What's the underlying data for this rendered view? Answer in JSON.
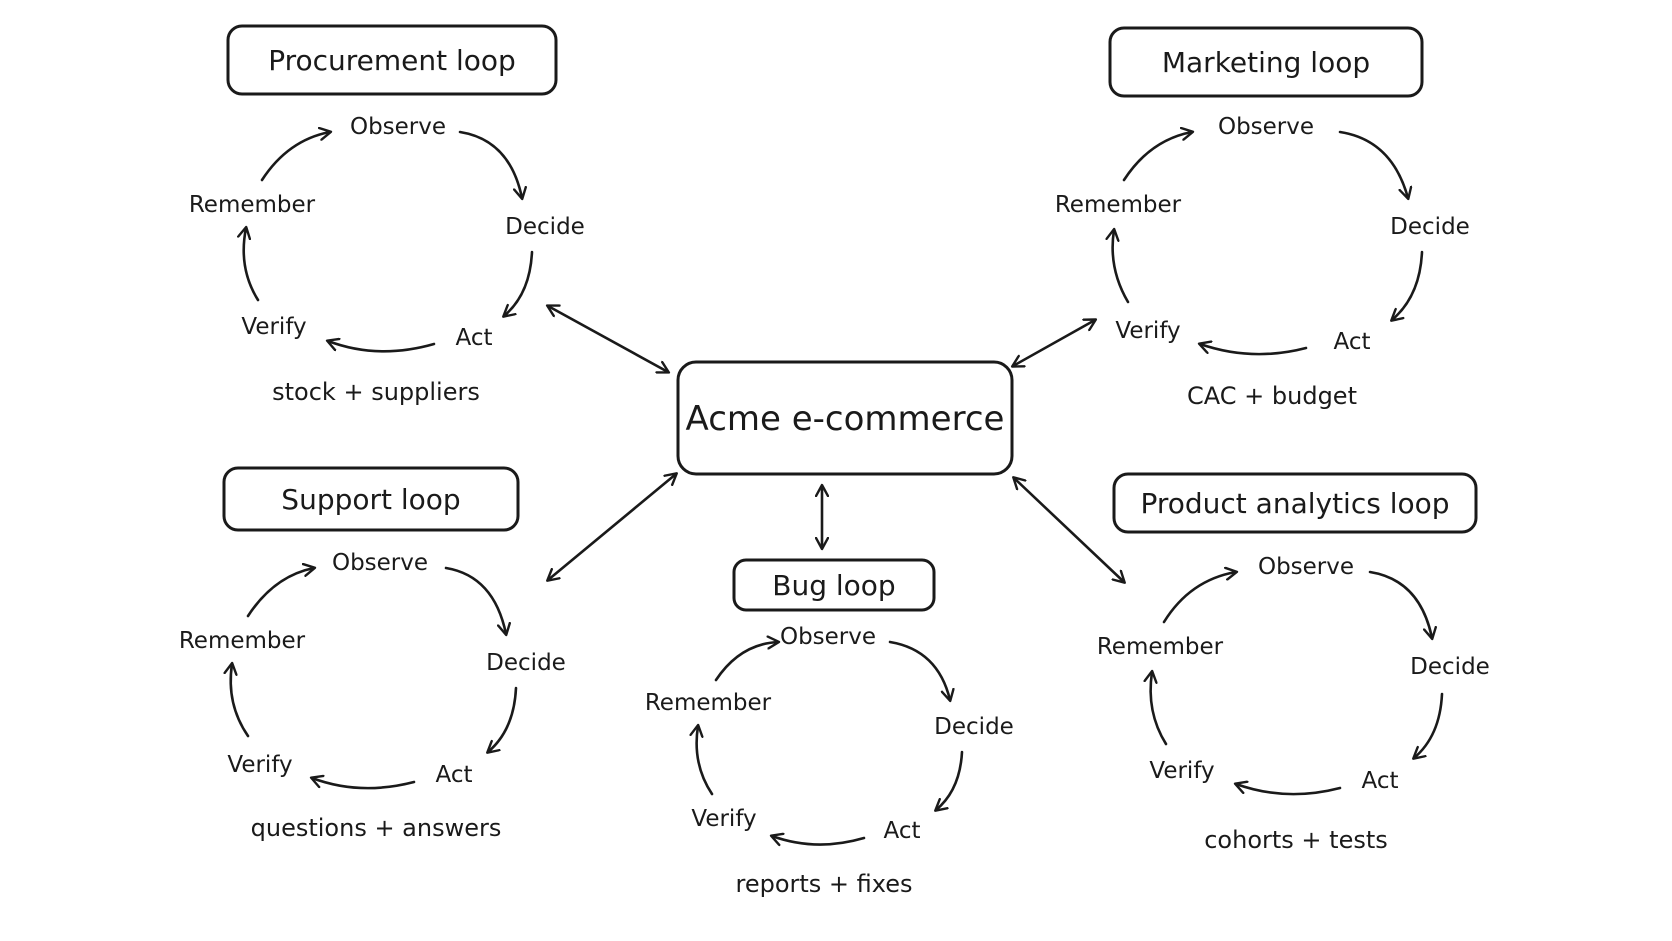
{
  "diagram": {
    "center": {
      "label": "Acme e-commerce"
    },
    "loops": [
      {
        "title": "Procurement loop",
        "steps": {
          "observe": "Observe",
          "decide": "Decide",
          "act": "Act",
          "verify": "Verify",
          "remember": "Remember"
        },
        "caption": "stock + suppliers"
      },
      {
        "title": "Marketing loop",
        "steps": {
          "observe": "Observe",
          "decide": "Decide",
          "act": "Act",
          "verify": "Verify",
          "remember": "Remember"
        },
        "caption": "CAC + budget"
      },
      {
        "title": "Support loop",
        "steps": {
          "observe": "Observe",
          "decide": "Decide",
          "act": "Act",
          "verify": "Verify",
          "remember": "Remember"
        },
        "caption": "questions + answers"
      },
      {
        "title": "Bug loop",
        "steps": {
          "observe": "Observe",
          "decide": "Decide",
          "act": "Act",
          "verify": "Verify",
          "remember": "Remember"
        },
        "caption": "reports + fixes"
      },
      {
        "title": "Product analytics loop",
        "steps": {
          "observe": "Observe",
          "decide": "Decide",
          "act": "Act",
          "verify": "Verify",
          "remember": "Remember"
        },
        "caption": "cohorts + tests"
      }
    ]
  }
}
